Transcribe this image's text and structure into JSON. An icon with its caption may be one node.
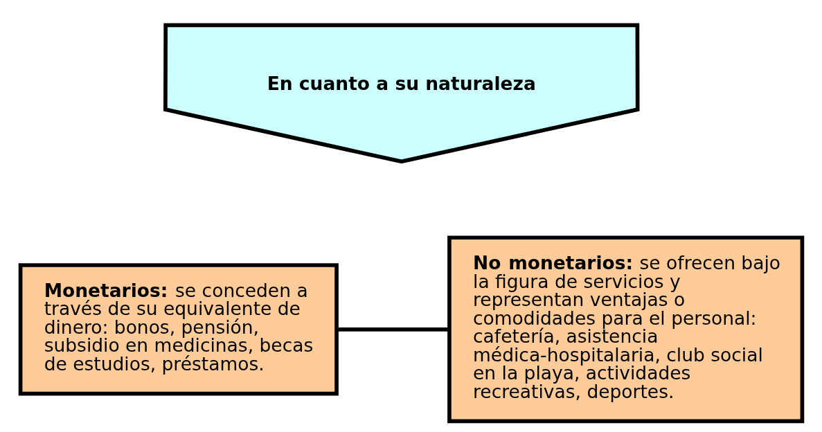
{
  "diagram": {
    "nodes": [
      {
        "text": [
          "En cuanto a su naturaleza"
        ]
      },
      {
        "text": [
          "**Monetarios:** se conceden a través de su equivalente de dinero: bonos, pensión, subsidio en medicinas, becas de estudios, préstamos."
        ]
      },
      {
        "text": [
          "**No monetarios:** se ofrecen bajo la figura de servicios y representan ventajas o comodidades para el personal: cafetería, asistencia médica-hospitalaria, club social en la playa, actividades recreativas, deportes."
        ]
      }
    ],
    "edges": [
      {
        "from": 1,
        "to": 2,
        "arrow": "none"
      }
    ]
  }
}
